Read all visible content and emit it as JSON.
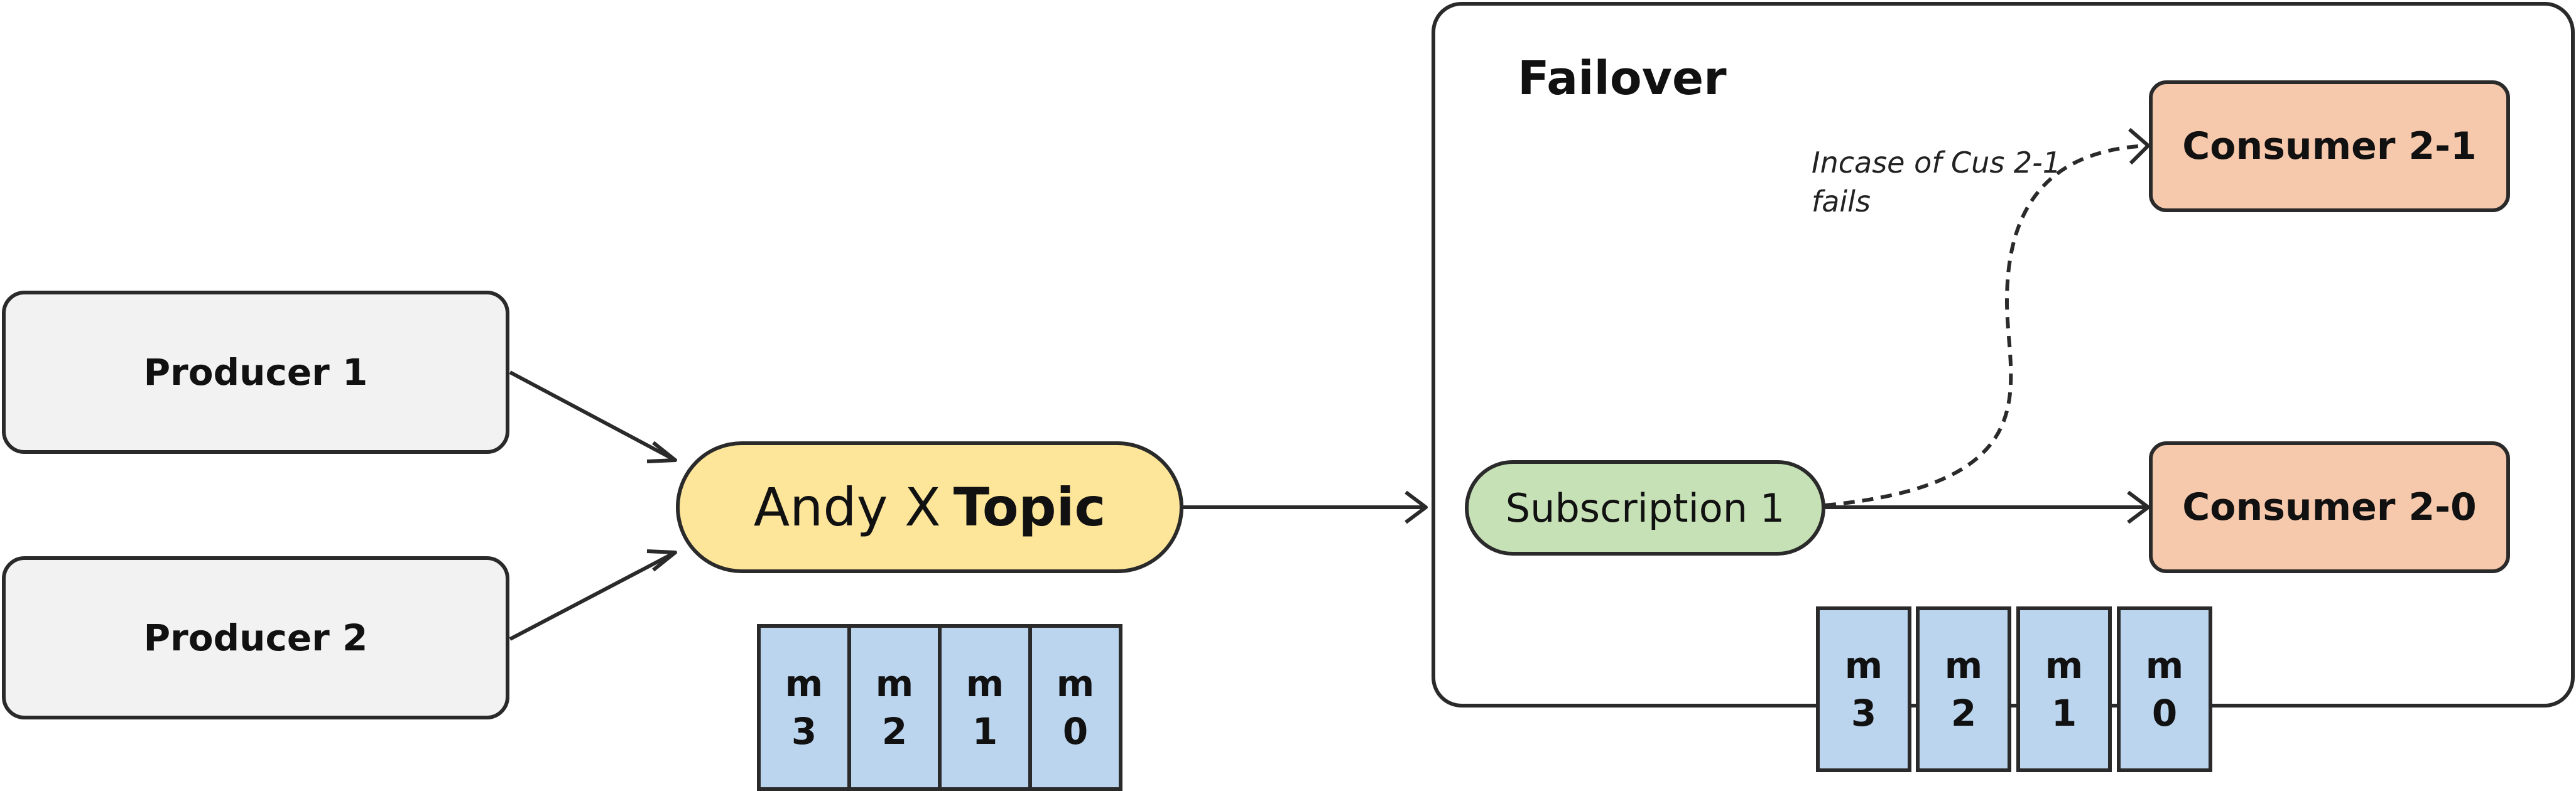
{
  "producers": [
    {
      "label": "Producer 1"
    },
    {
      "label": "Producer 2"
    }
  ],
  "topic": {
    "light": "Andy X",
    "bold": "Topic"
  },
  "topic_queue": [
    "m\n3",
    "m\n2",
    "m\n1",
    "m\n0"
  ],
  "failover": {
    "title": "Failover",
    "subscription": "Subscription 1",
    "note": "Incase of Cus 2-1\nfails",
    "consumers": [
      {
        "label": "Consumer 2-1"
      },
      {
        "label": "Consumer 2-0"
      }
    ],
    "queue": [
      "m\n3",
      "m\n2",
      "m\n1",
      "m\n0"
    ]
  },
  "colors": {
    "producer": "#f2f2f2",
    "topic": "#fde69a",
    "subscription": "#c6e1b6",
    "consumer": "#f7c9ac",
    "message": "#bcd5ef",
    "stroke": "#2a2a2a"
  }
}
